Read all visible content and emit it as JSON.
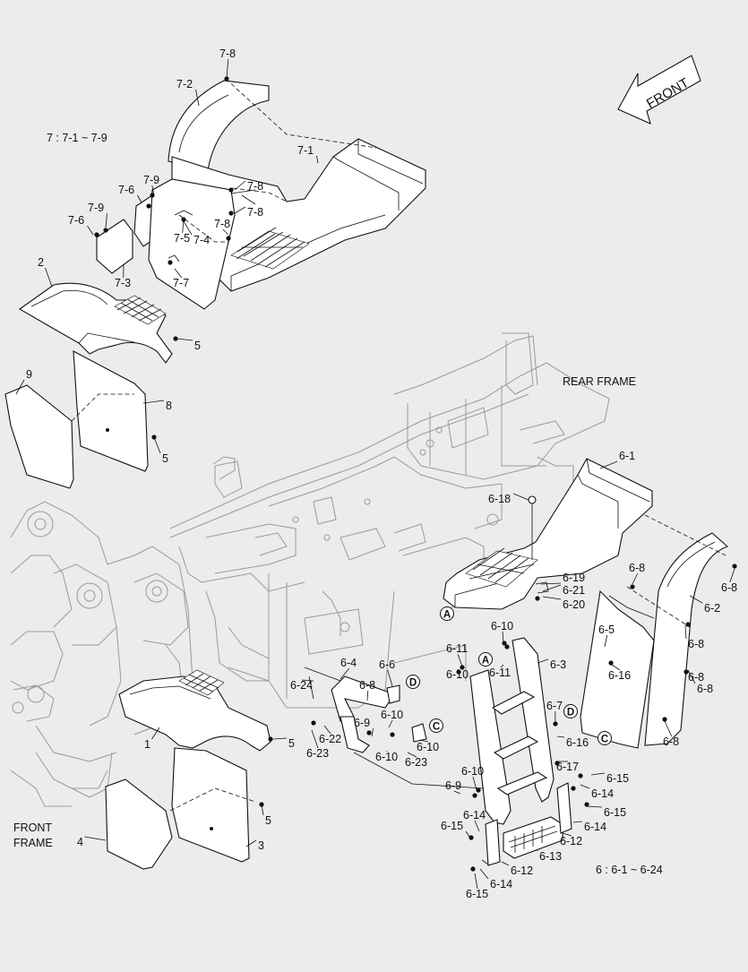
{
  "direction_label": "FRONT",
  "legend_7": "7 : 7-1 ~ 7-9",
  "legend_6": "6 : 6-1 ~ 6-24",
  "rear_frame_label": "REAR FRAME",
  "front_frame_label": [
    "FRONT",
    "FRAME"
  ],
  "callouts": [
    "7-8",
    "7-2",
    "7-1",
    "7-9",
    "7-6",
    "7-8",
    "7-8",
    "7-9",
    "7-6",
    "7-8",
    "7-5",
    "7-4",
    "7-3",
    "7-7",
    "2",
    "5",
    "9",
    "8",
    "5",
    "6-1",
    "6-18",
    "6-19",
    "6-21",
    "6-20",
    "6-8",
    "6-8",
    "6-2",
    "6-5",
    "6-8",
    "6-16",
    "6-8",
    "6-8",
    "6-7",
    "6-16",
    "6-8",
    "6-10",
    "6-11",
    "6-10",
    "6-3",
    "6-11",
    "6-4",
    "6-6",
    "6-24",
    "6-8",
    "6-10",
    "6-9",
    "6-10",
    "6-22",
    "6-23",
    "6-10",
    "6-23",
    "6-17",
    "6-15",
    "6-14",
    "6-15",
    "6-14",
    "6-12",
    "6-10",
    "6-9",
    "6-14",
    "6-15",
    "6-13",
    "6-12",
    "6-14",
    "6-15",
    "1",
    "5",
    "5",
    "4",
    "3"
  ],
  "circled": [
    "A",
    "A",
    "D",
    "C",
    "D",
    "C"
  ]
}
